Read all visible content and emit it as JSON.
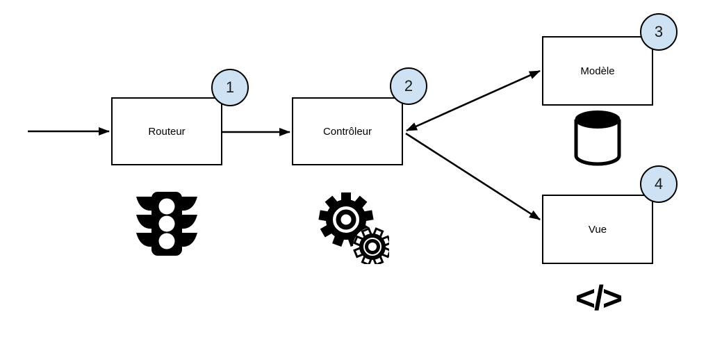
{
  "diagram": {
    "background_color": "#ffffff",
    "box_fill": "#ffffff",
    "box_border_color": "#000000",
    "badge_fill": "#cfe2f3",
    "badge_border_color": "#000000",
    "line_color": "#000000",
    "nodes": [
      {
        "id": "routeur",
        "label": "Routeur",
        "badge": "1",
        "icon": "traffic-light-icon"
      },
      {
        "id": "controleur",
        "label": "Contrôleur",
        "badge": "2",
        "icon": "gears-icon"
      },
      {
        "id": "modele",
        "label": "Modèle",
        "badge": "3",
        "icon": "database-icon"
      },
      {
        "id": "vue",
        "label": "Vue",
        "badge": "4",
        "icon": "code-icon"
      }
    ],
    "edges": [
      {
        "from": "entry",
        "to": "routeur",
        "bidirectional": false
      },
      {
        "from": "routeur",
        "to": "controleur",
        "bidirectional": false
      },
      {
        "from": "controleur",
        "to": "modele",
        "bidirectional": true
      },
      {
        "from": "controleur",
        "to": "vue",
        "bidirectional": false
      }
    ],
    "code_icon_glyph": "</>"
  }
}
